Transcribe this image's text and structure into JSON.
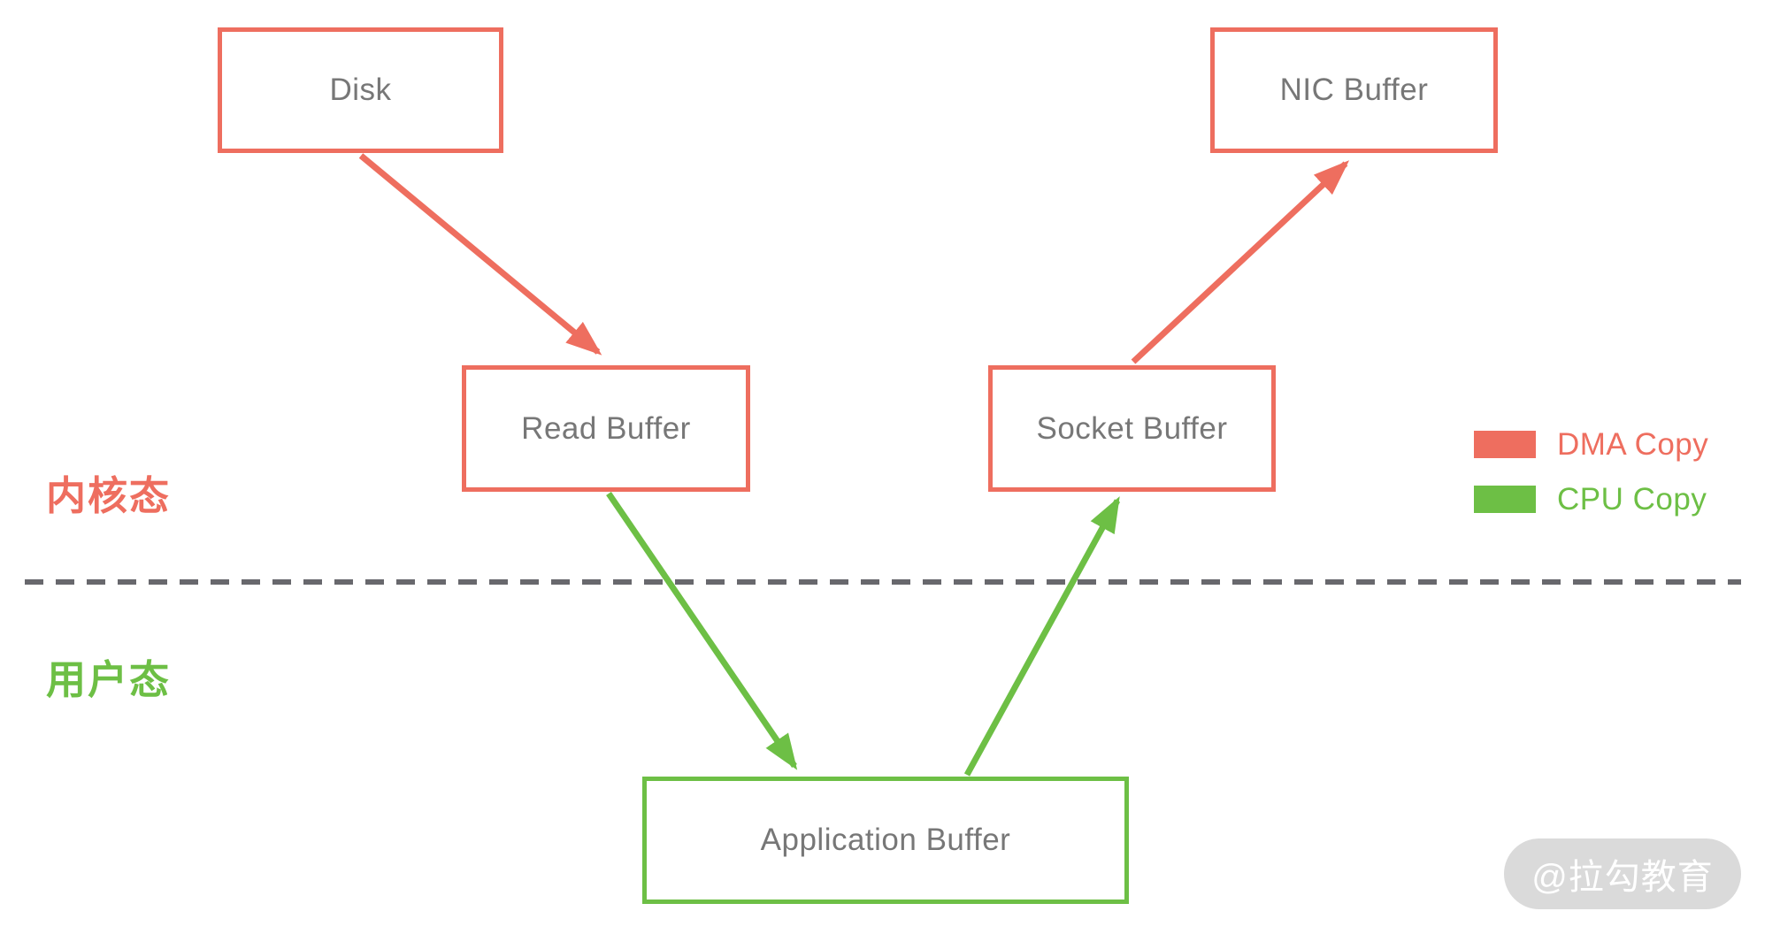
{
  "diagram": {
    "nodes": [
      {
        "id": "disk",
        "label": "Disk"
      },
      {
        "id": "nic-buffer",
        "label": "NIC Buffer"
      },
      {
        "id": "read-buffer",
        "label": "Read Buffer"
      },
      {
        "id": "socket-buffer",
        "label": "Socket Buffer"
      },
      {
        "id": "application-buffer",
        "label": "Application Buffer"
      }
    ],
    "edges": [
      {
        "from": "disk",
        "to": "read-buffer",
        "copy_type": "DMA Copy",
        "color": "#ee6e5f"
      },
      {
        "from": "read-buffer",
        "to": "application-buffer",
        "copy_type": "CPU Copy",
        "color": "#6dbf45"
      },
      {
        "from": "application-buffer",
        "to": "socket-buffer",
        "copy_type": "CPU Copy",
        "color": "#6dbf45"
      },
      {
        "from": "socket-buffer",
        "to": "nic-buffer",
        "copy_type": "DMA Copy",
        "color": "#ee6e5f"
      }
    ],
    "regions": {
      "kernel": "内核态",
      "user": "用户态"
    },
    "legend": [
      {
        "label": "DMA Copy",
        "color": "#ee6e5f"
      },
      {
        "label": "CPU Copy",
        "color": "#6dbf45"
      }
    ],
    "watermark": "@拉勾教育",
    "colors": {
      "dma_copy": "#ee6e5f",
      "cpu_copy": "#6dbf45",
      "node_text": "#777777",
      "divider": "#68686d",
      "watermark_bg": "#dadada",
      "watermark_text": "#ffffff"
    }
  }
}
